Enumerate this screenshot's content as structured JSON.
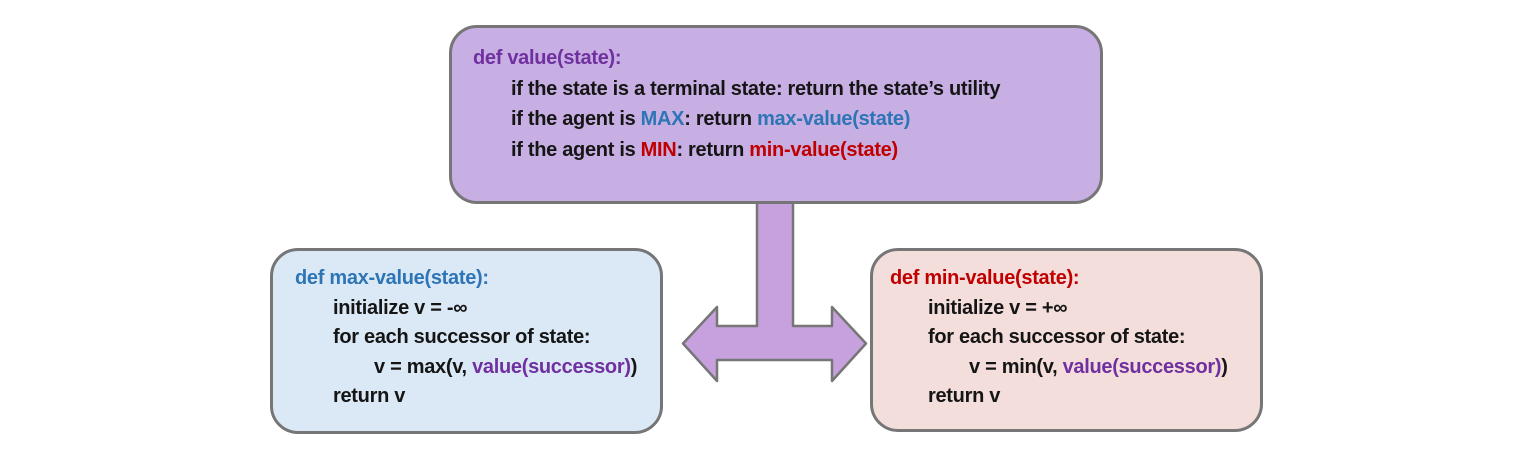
{
  "diagram_title": "minimax value / max-value / min-value pseudocode",
  "colors": {
    "value_box_fill": "#c7aee3",
    "max_box_fill": "#dbe9f6",
    "min_box_fill": "#f3dedb",
    "box_border": "#767676",
    "arrow_fill": "#c6a1de",
    "arrow_border": "#767676",
    "purple_text": "#7030a0",
    "blue_text": "#2e75b6",
    "red_text": "#c00000",
    "body_text": "#151515"
  },
  "value_box": {
    "title": "def value(state):",
    "terminal_line": "if the state is a terminal state: return the state’s utility",
    "max_line": {
      "prefix": "if the agent is ",
      "agent": "MAX",
      "mid": ": return ",
      "call": "max-value(state)"
    },
    "min_line": {
      "prefix": "if the agent is ",
      "agent": "MIN",
      "mid": ": return ",
      "call": "min-value(state)"
    }
  },
  "max_box": {
    "title": "def max-value(state):",
    "init_line": "initialize v = -∞",
    "loop_line": "for each successor of state:",
    "update_line": {
      "pre": "v = max(v, ",
      "call": "value(successor)",
      "post": ")"
    },
    "return_line": "return v"
  },
  "min_box": {
    "title": "def min-value(state):",
    "init_line": "initialize v = +∞",
    "loop_line": "for each successor of state:",
    "update_line": {
      "pre": "v = min(v, ",
      "call": "value(successor)",
      "post": ")"
    },
    "return_line": "return v"
  }
}
